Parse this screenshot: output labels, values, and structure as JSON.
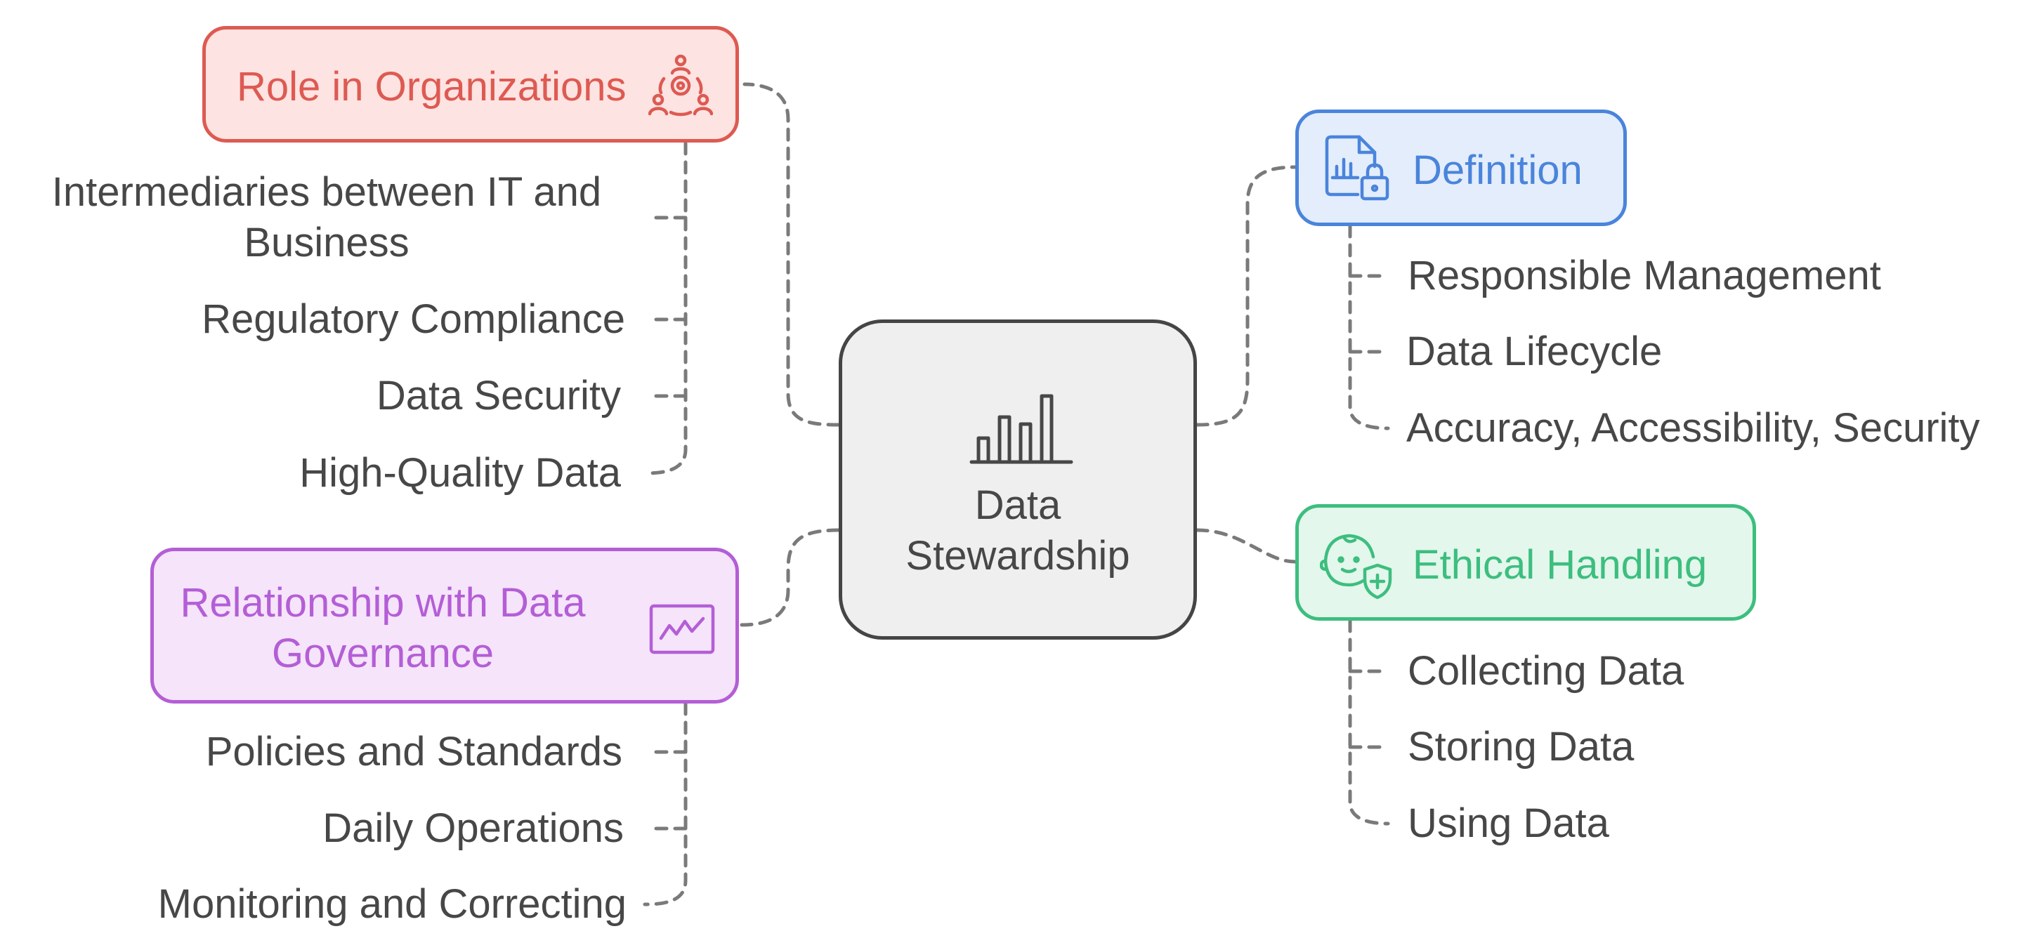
{
  "center": {
    "line1": "Data",
    "line2": "Stewardship",
    "icon": "bar-chart-icon"
  },
  "branches": {
    "role": {
      "title": "Role in Organizations",
      "icon": "team-network-icon",
      "color": "#dd5a52",
      "fill": "#fde3e1",
      "items": [
        "Intermediaries between IT and Business",
        "Regulatory Compliance",
        "Data Security",
        "High-Quality Data"
      ]
    },
    "definition": {
      "title": "Definition",
      "icon": "secure-document-chart-icon",
      "color": "#4a84db",
      "fill": "#e3edfc",
      "items": [
        "Responsible Management",
        "Data Lifecycle",
        "Accuracy, Accessibility, Security"
      ]
    },
    "ethical": {
      "title": "Ethical Handling",
      "icon": "baby-shield-icon",
      "color": "#3dbe7f",
      "fill": "#e3f7ec",
      "items": [
        "Collecting Data",
        "Storing Data",
        "Using Data"
      ]
    },
    "governance": {
      "title": "Relationship with Data Governance",
      "icon": "monitor-chart-icon",
      "color": "#b45ed6",
      "fill": "#f5e4fa",
      "items": [
        "Policies and Standards",
        "Daily Operations",
        "Monitoring and Correcting"
      ]
    }
  },
  "colors": {
    "connector": "#7a7a7a",
    "text": "#474747",
    "center_border": "#454545",
    "center_fill": "#efefef"
  }
}
